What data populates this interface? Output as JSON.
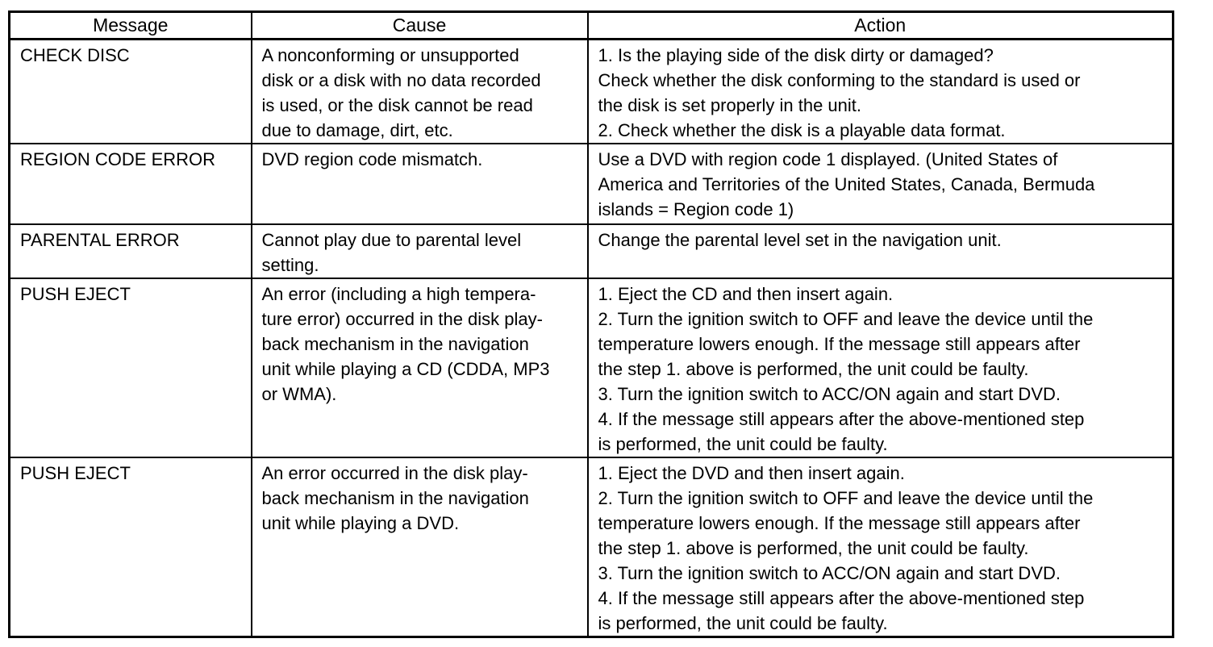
{
  "table": {
    "headers": {
      "message": "Message",
      "cause": "Cause",
      "action": "Action"
    },
    "rows": [
      {
        "message": "CHECK DISC",
        "cause": "A nonconforming or unsupported\ndisk or a disk with no data recorded\nis used, or the disk cannot be read\ndue to damage, dirt, etc.",
        "action": "1. Is the playing side of the disk dirty or damaged?\nCheck whether the disk conforming to the standard is used or\nthe disk is set properly in the unit.\n2. Check whether the disk is a playable data format."
      },
      {
        "message": "REGION CODE ERROR",
        "cause": "DVD region code mismatch.",
        "action": "Use a DVD with region code 1 displayed. (United States of\nAmerica and Territories of the United States, Canada, Bermuda\nislands = Region code 1)"
      },
      {
        "message": "PARENTAL ERROR",
        "cause": "Cannot play due to parental level\nsetting.",
        "action": "Change the parental level set in the navigation unit."
      },
      {
        "message": "PUSH EJECT",
        "cause": "An error (including a high tempera-\nture error) occurred in the disk play-\nback mechanism in the navigation\nunit while playing a CD (CDDA, MP3\nor WMA).",
        "action": "1. Eject the CD and then insert again.\n2. Turn the ignition switch to OFF and leave the device until the\ntemperature lowers enough. If the message still appears after\nthe step 1. above is performed, the unit could be faulty.\n3. Turn the ignition switch to ACC/ON again and start DVD.\n4. If the message still appears after the above-mentioned step\nis performed, the unit could be faulty."
      },
      {
        "message": "PUSH EJECT",
        "cause": "An error occurred in the disk play-\nback mechanism in the navigation\nunit while playing a DVD.",
        "action": "1. Eject the DVD and then insert again.\n2. Turn the ignition switch to OFF and leave the device until the\ntemperature lowers enough. If the message still appears after\nthe step 1. above is performed, the unit could be faulty.\n3. Turn the ignition switch to ACC/ON again and start DVD.\n4. If the message still appears after the above-mentioned step\nis performed, the unit could be faulty."
      }
    ]
  },
  "colors": {
    "ink": "#000000",
    "paper": "#ffffff"
  }
}
